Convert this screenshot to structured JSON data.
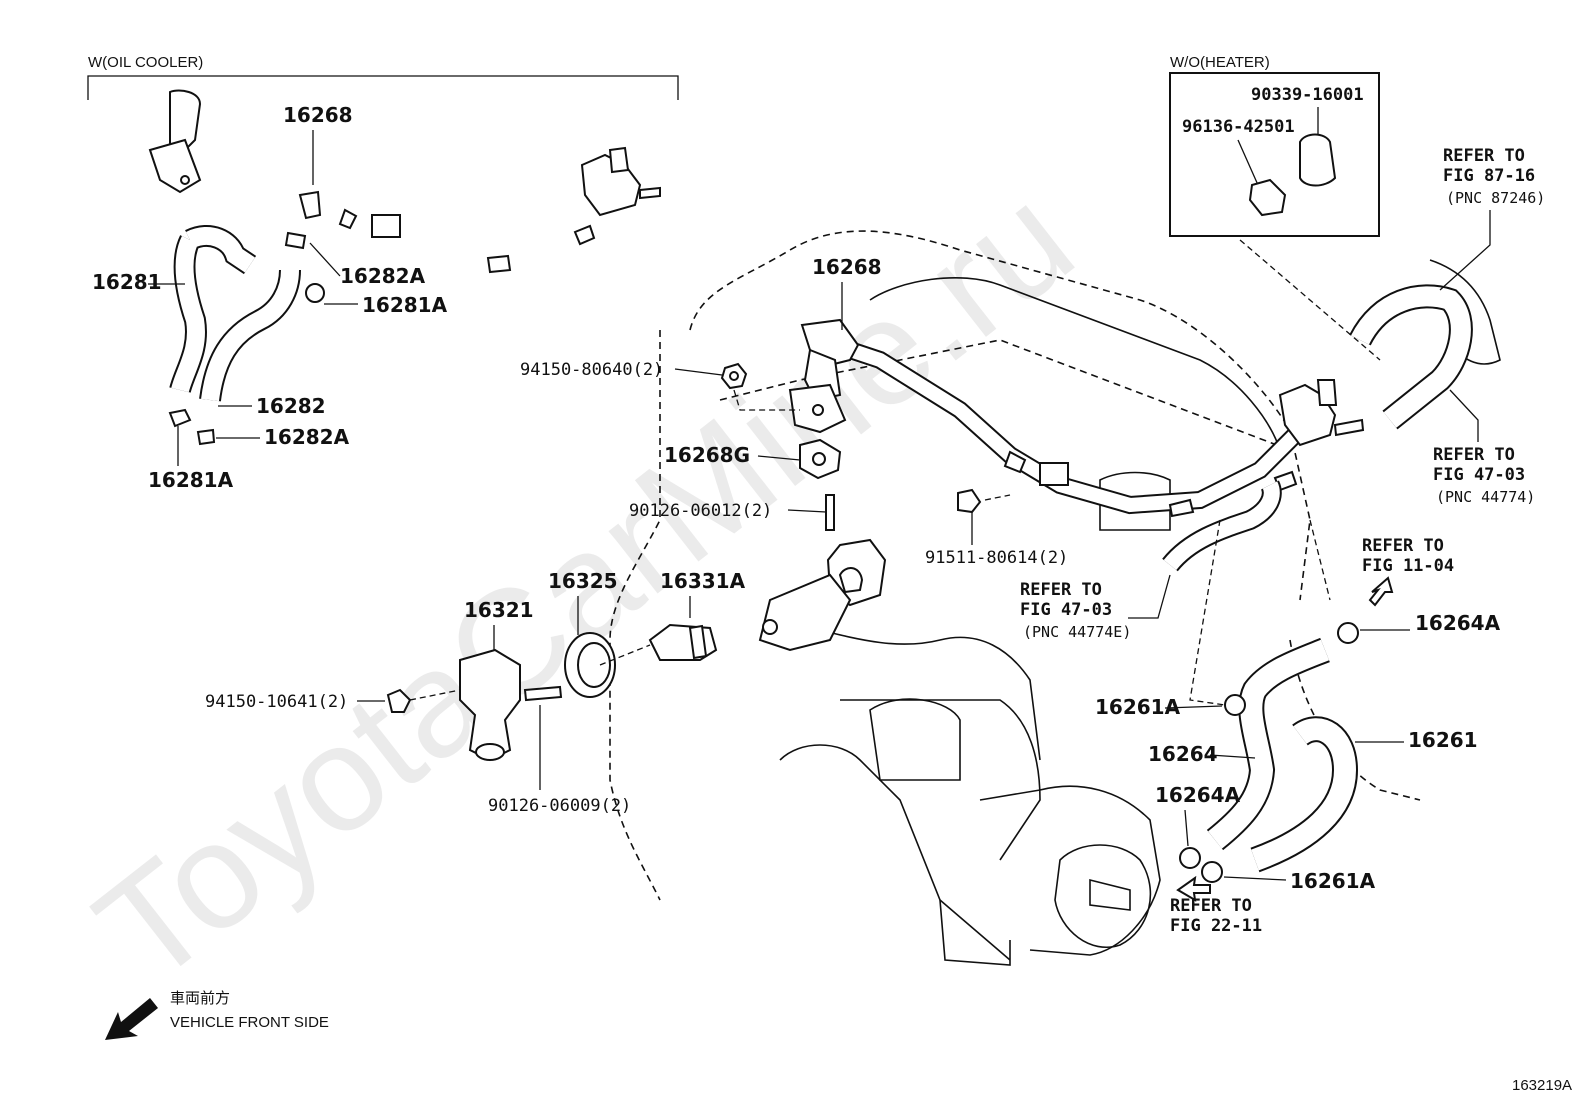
{
  "headers": {
    "oil_cooler": "W(OIL COOLER)",
    "heater": "W/O(HEATER)"
  },
  "parts": {
    "p16268_top": "16268",
    "p16281": "16281",
    "p16282A_top": "16282A",
    "p16281A_top": "16281A",
    "p16282": "16282",
    "p16282A_bot": "16282A",
    "p16281A_bot": "16281A",
    "p16268_main": "16268",
    "nut_80640": "94150-80640(2)",
    "p16268G": "16268G",
    "stud_06012": "90126-06012(2)",
    "bolt_80614": "91511-80614(2)",
    "p16325": "16325",
    "p16331A": "16331A",
    "p16321": "16321",
    "nut_10641": "94150-10641(2)",
    "stud_06009": "90126-06009(2)",
    "p90339": "90339-16001",
    "p96136": "96136-42501",
    "p16264A_top": "16264A",
    "p16261A_top": "16261A",
    "p16264": "16264",
    "p16261": "16261",
    "p16264A_bot": "16264A",
    "p16261A_bot": "16261A"
  },
  "refs": {
    "ref_87_16": {
      "line1": "REFER TO",
      "line2": "FIG 87-16",
      "line3": "(PNC 87246)"
    },
    "ref_47_03_right": {
      "line1": "REFER TO",
      "line2": "FIG 47-03",
      "line3": "(PNC 44774)"
    },
    "ref_11_04": {
      "line1": "REFER TO",
      "line2": "FIG 11-04"
    },
    "ref_47_03_mid": {
      "line1": "REFER TO",
      "line2": "FIG 47-03",
      "line3": "(PNC 44774E)"
    },
    "ref_22_11": {
      "line1": "REFER TO",
      "line2": "FIG 22-11"
    }
  },
  "legend": {
    "japanese": "車両前方",
    "english": "VEHICLE FRONT SIDE"
  },
  "figure_code": "163219A",
  "watermark": "ToyotaCarMine.ru"
}
